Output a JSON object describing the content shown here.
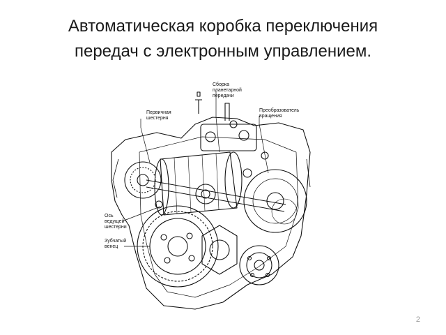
{
  "slide": {
    "title_line1": "Автоматическая коробка переключения",
    "title_line2": "передач с электронным управлением.",
    "page_number": "2"
  },
  "diagram": {
    "labels": {
      "planetary": [
        "Сборка",
        "планетарной",
        "передачи"
      ],
      "primary_gear": [
        "Первичная",
        "шестерня"
      ],
      "converter": [
        "Преобразователь",
        "вращения"
      ],
      "drive_axle": [
        "Ось",
        "ведущей",
        "шестерни"
      ],
      "ring_gear": [
        "Зубчатый",
        "венец"
      ]
    }
  }
}
